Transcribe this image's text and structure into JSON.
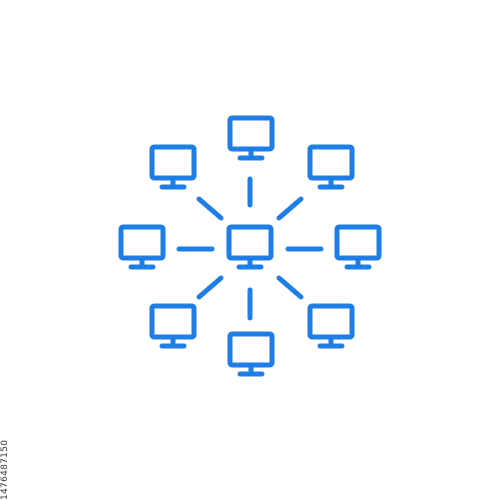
{
  "icon": {
    "name": "network-topology-icon",
    "color": "#1f7de6",
    "hub": "computer-monitor",
    "nodes": [
      "computer-monitor",
      "computer-monitor",
      "computer-monitor",
      "computer-monitor",
      "computer-monitor",
      "computer-monitor",
      "computer-monitor",
      "computer-monitor"
    ]
  },
  "stock_id": "1476487150",
  "watermark_color": "#eeeeee"
}
